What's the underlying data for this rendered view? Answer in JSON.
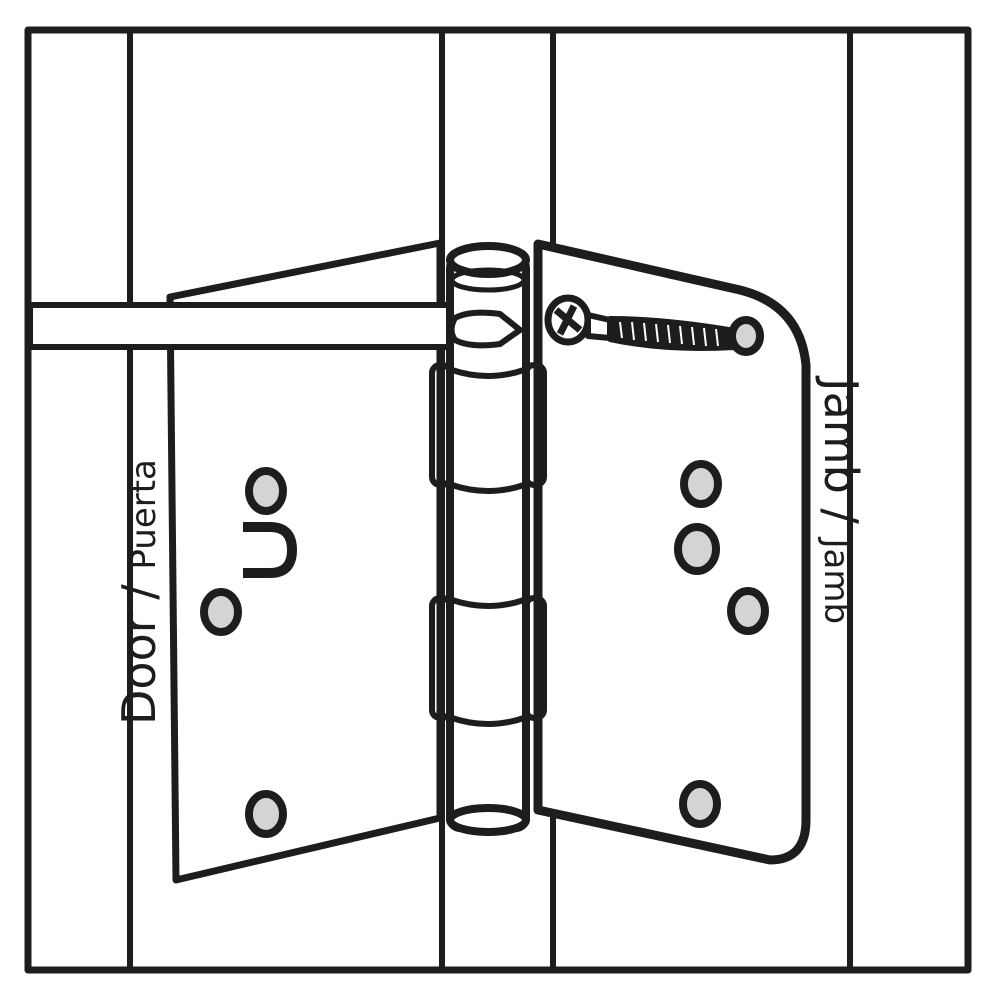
{
  "diagram": {
    "type": "installation-illustration",
    "subject": "door hinge with screw",
    "colors": {
      "stroke": "#1d1d1d",
      "background": "#ffffff",
      "hole_fill": "#d4d4d4"
    }
  },
  "labels": {
    "door": {
      "primary": "Door",
      "separator": " / ",
      "secondary": "Puerta"
    },
    "jamb": {
      "primary": "Jamb",
      "separator": " / ",
      "secondary": "Jamb"
    }
  }
}
